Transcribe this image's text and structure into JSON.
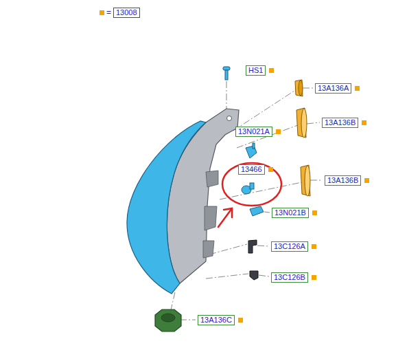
{
  "diagram": {
    "nodes": [
      {
        "text": [
          "13008"
        ]
      },
      {
        "text": [
          "HS1"
        ]
      },
      {
        "text": [
          "13A136A"
        ]
      },
      {
        "text": [
          "13A136B"
        ]
      },
      {
        "text": [
          "13N021A"
        ]
      },
      {
        "text": [
          "13466"
        ]
      },
      {
        "text": [
          "13A136B"
        ]
      },
      {
        "text": [
          "13N021B"
        ]
      },
      {
        "text": [
          "13C126A"
        ]
      },
      {
        "text": [
          "13C126B"
        ]
      },
      {
        "text": [
          "13A136C"
        ]
      }
    ],
    "edges": [],
    "labels": [
      "="
    ]
  }
}
